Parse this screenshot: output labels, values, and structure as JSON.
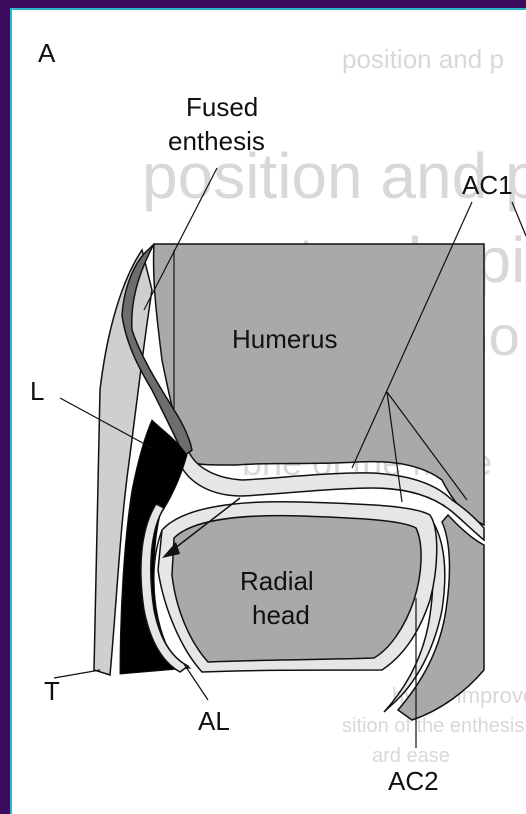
{
  "panel_label": "A",
  "labels": {
    "fused_enthesis_line1": "Fused",
    "fused_enthesis_line2": "enthesis",
    "ac1": "AC1",
    "humerus": "Humerus",
    "l": "L",
    "radial_line1": "Radial",
    "radial_line2": "head",
    "t": "T",
    "al": "AL",
    "ac2": "AC2"
  },
  "background_text": {
    "line1": "position and p",
    "line2": "ateral epicondyle",
    "line3": "mo",
    "line4": "bne of the Mate",
    "line5": "hys to improve the underst",
    "line6": "sition of the enthesis associated",
    "line7": "ard ease"
  },
  "colors": {
    "frame": "#3b0b5e",
    "accent_border": "#2bb7c8",
    "bone_gray": "#a9a9a9",
    "cartilage_light": "#e6e6e6",
    "ligament_dark": "#000000",
    "enthesis_gray": "#6d6d6d"
  }
}
